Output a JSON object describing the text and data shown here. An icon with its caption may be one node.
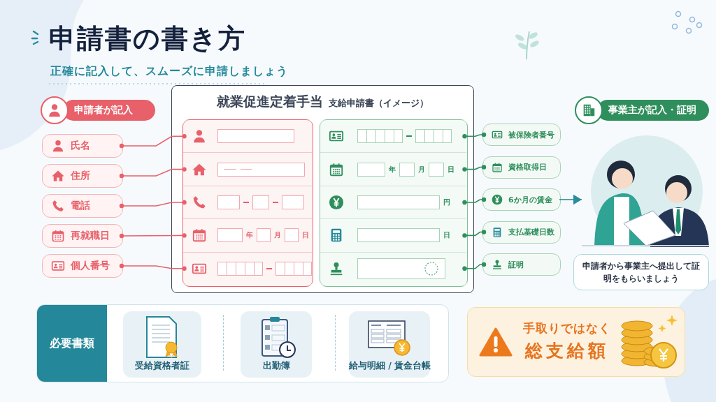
{
  "diagram": {
    "title": "申請書の書き方",
    "nodes": [
      {
        "text": [
          "就業促進定着手当",
          "支給申請書（イメージ）"
        ]
      },
      {
        "text": [],
        "shape": "box",
        "in": 0
      },
      {
        "text": [],
        "shape": "box",
        "in": 1
      },
      {
        "text": [],
        "shape": "box",
        "in": 1
      },
      {
        "text": [],
        "shape": "box",
        "in": 1
      },
      {
        "text": [
          "年",
          "月",
          "日"
        ],
        "in": 1
      },
      {
        "text": [],
        "shape": "box",
        "in": 1
      },
      {
        "text": [],
        "shape": "box",
        "in": 0
      },
      {
        "text": [],
        "shape": "box",
        "in": 7
      },
      {
        "text": [
          "年",
          "月",
          "日"
        ],
        "in": 7
      },
      {
        "text": [
          "円"
        ],
        "in": 7
      },
      {
        "text": [
          "日"
        ],
        "in": 7
      },
      {
        "text": [],
        "shape": "box",
        "in": 7
      },
      {
        "text": [
          "申請者が記入"
        ]
      },
      {
        "text": [
          "氏名"
        ]
      },
      {
        "text": [
          "住所"
        ]
      },
      {
        "text": [
          "電話"
        ]
      },
      {
        "text": [
          "再就職日"
        ]
      },
      {
        "text": [
          "個人番号"
        ]
      },
      {
        "text": [
          "事業主が記入・証明"
        ]
      },
      {
        "text": [
          "被保険者番号"
        ]
      },
      {
        "text": [
          "資格取得日"
        ]
      },
      {
        "text": [
          "6か月の賃金"
        ]
      },
      {
        "text": [
          "支払基礎日数"
        ]
      },
      {
        "text": [
          "証明"
        ]
      },
      {
        "text": [],
        "shape": "picture"
      },
      {
        "text": [
          "申請者から事業主へ提出して証明をもらいましょう"
        ]
      },
      {
        "text": [
          "必要書類"
        ]
      },
      {
        "text": [
          "受給資格者証"
        ],
        "in": 27
      },
      {
        "text": [
          "出勤簿"
        ],
        "in": 27
      },
      {
        "text": [
          "給与明細 / 賃金台帳"
        ],
        "in": 27
      },
      {
        "text": [
          "手取りではなく",
          "総支給額"
        ]
      }
    ],
    "edges": [
      {
        "from": 14,
        "to": 2,
        "arrow": "other",
        "color": "#e8606a"
      },
      {
        "from": 15,
        "to": 3,
        "arrow": "other",
        "color": "#e8606a"
      },
      {
        "from": 16,
        "to": 4,
        "arrow": "other",
        "color": "#e8606a"
      },
      {
        "from": 17,
        "to": 5,
        "arrow": "other",
        "color": "#e8606a"
      },
      {
        "from": 18,
        "to": 6,
        "arrow": "other",
        "color": "#e8606a"
      },
      {
        "from": 8,
        "to": 20,
        "arrow": "other",
        "color": "#2f8f5c"
      },
      {
        "from": 9,
        "to": 21,
        "arrow": "other",
        "color": "#2f8f5c"
      },
      {
        "from": 10,
        "to": 22,
        "arrow": "other",
        "color": "#2f8f5c"
      },
      {
        "from": 11,
        "to": 23,
        "arrow": "other",
        "color": "#2f8f5c"
      },
      {
        "from": 12,
        "to": 24,
        "arrow": "other",
        "color": "#2f8f5c"
      },
      {
        "from": 22,
        "to": 25,
        "arrow": "to",
        "color": "#2a8c9c"
      }
    ],
    "labels": [
      "正確に記入して、スムーズに申請しましょう"
    ]
  }
}
